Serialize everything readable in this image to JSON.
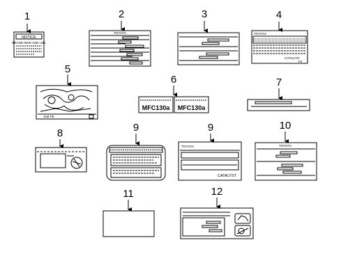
{
  "callouts": [
    "1",
    "2",
    "3",
    "4",
    "5",
    "6",
    "7",
    "8",
    "9",
    "9",
    "10",
    "11",
    "12"
  ],
  "labels": {
    "notice_title": "NOTICE",
    "notice_text": "BRAND NEW AND USE",
    "toyota": "TOYOTA",
    "catalyst": "CATALYST",
    "label4_code": "PJ",
    "label5_code": "1NZ-FE",
    "label6_left": "MFC130a",
    "label6_right": "MFC130a",
    "label9b_header": "TOYOTA"
  },
  "colors": {
    "line": "#000000",
    "background": "#ffffff"
  }
}
